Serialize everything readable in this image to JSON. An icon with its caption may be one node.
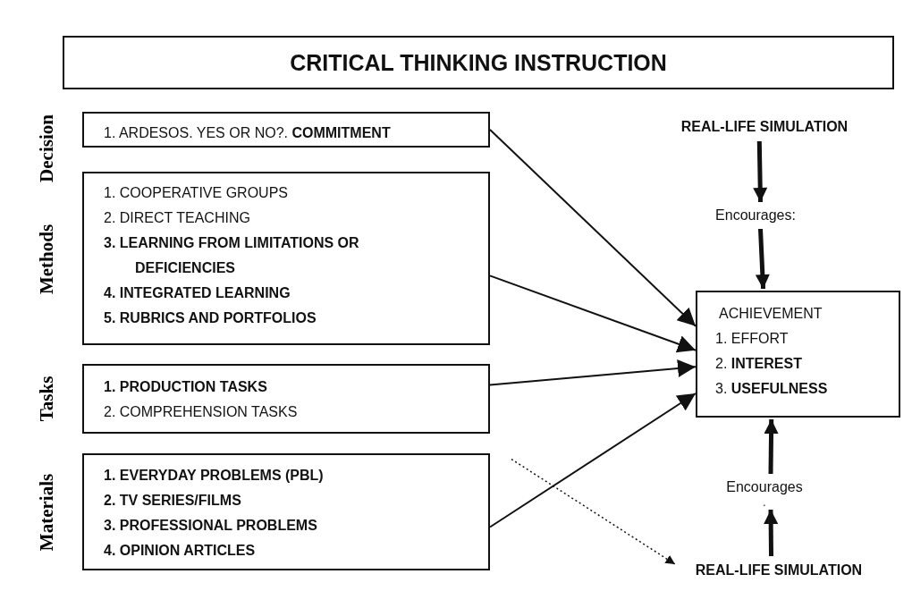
{
  "diagram": {
    "nodes": [
      {
        "text": [
          "CRITICAL THINKING INSTRUCTION"
        ]
      },
      {
        "text": [
          "1. ARDESOS. YES OR NO?. **COMMITMENT**"
        ]
      },
      {
        "text": [
          "1. COOPERATIVE GROUPS",
          "2. DIRECT TEACHING",
          "**3. LEARNING FROM LIMITATIONS OR DEFICIENCIES**",
          "**4. INTEGRATED LEARNING**",
          "**5. RUBRICS AND PORTFOLIOS**"
        ]
      },
      {
        "text": [
          "**1. PRODUCTION TASKS**",
          "2. COMPREHENSION TASKS"
        ]
      },
      {
        "text": [
          "**1. EVERYDAY PROBLEMS (PBL)**",
          "**2. TV SERIES/FILMS**",
          "**3. PROFESSIONAL PROBLEMS**",
          "**4. OPINION ARTICLES**"
        ]
      },
      {
        "text": [
          "ACHIEVEMENT",
          "1. EFFORT",
          "2. **INTEREST**",
          "3. **USEFULNESS**"
        ]
      },
      {
        "text": [
          "REAL-LIFE SIMULATION"
        ]
      },
      {
        "text": [
          "Encourages:"
        ]
      },
      {
        "text": [
          "Encourages",
          "."
        ]
      },
      {
        "text": [
          "REAL-LIFE SIMULATION"
        ]
      }
    ],
    "edges": [
      {
        "from": 1,
        "to": 5,
        "arrow": "to"
      },
      {
        "from": 2,
        "to": 5,
        "arrow": "to"
      },
      {
        "from": 3,
        "to": 5,
        "arrow": "to"
      },
      {
        "from": 4,
        "to": 5,
        "arrow": "to"
      },
      {
        "from": 6,
        "to": 7,
        "arrow": "to",
        "style": "thick"
      },
      {
        "from": 7,
        "to": 5,
        "arrow": "to",
        "style": "thick"
      },
      {
        "from": 9,
        "to": 8,
        "arrow": "to",
        "style": "thick"
      },
      {
        "from": 8,
        "to": 5,
        "arrow": "to",
        "style": "thick"
      },
      {
        "from": 4,
        "to": 9,
        "arrow": "to",
        "style": "dashed"
      }
    ],
    "labels": [
      "Decision",
      "Methods",
      "Tasks",
      "Materials"
    ]
  }
}
